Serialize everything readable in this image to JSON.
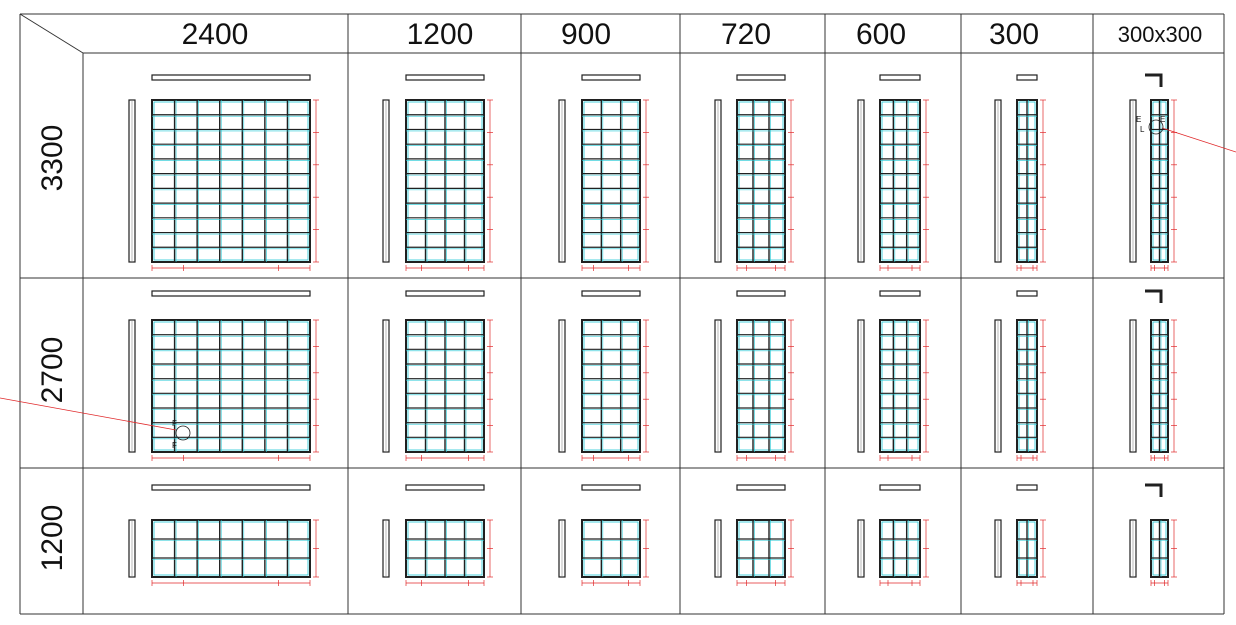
{
  "table": {
    "columns": [
      "2400",
      "1200",
      "900",
      "720",
      "600",
      "300",
      "300x300"
    ],
    "rows": [
      "3300",
      "2700",
      "1200"
    ]
  },
  "colors": {
    "frame_cyan": "#1fc7d4",
    "dimension_red": "#e0282a",
    "member_black": "#202020",
    "grid_line": "#333333"
  },
  "annotations": {
    "callout_upper": [
      "E",
      "L",
      "E"
    ],
    "callout_lower": [
      "F",
      "F"
    ]
  }
}
